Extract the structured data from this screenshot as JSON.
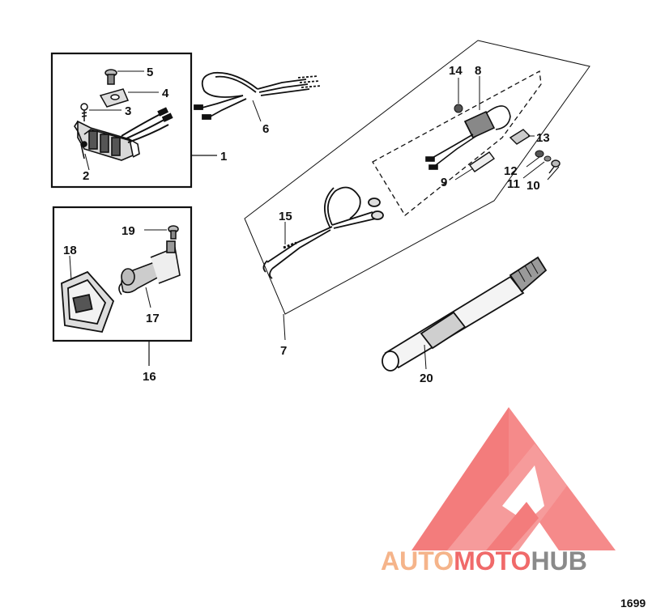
{
  "callouts": {
    "c1": "1",
    "c2": "2",
    "c3": "3",
    "c4": "4",
    "c5": "5",
    "c6": "6",
    "c7": "7",
    "c8": "8",
    "c9": "9",
    "c10": "10",
    "c11": "11",
    "c12": "12",
    "c13": "13",
    "c14": "14",
    "c15": "15",
    "c16": "16",
    "c17": "17",
    "c18": "18",
    "c19": "19",
    "c20": "20"
  },
  "figure_number": "1699",
  "watermark": {
    "part1": "AUTO",
    "part2": "MOTO",
    "part3": "HUB",
    "color_orange": "#f5b48a",
    "color_red": "#f06a6a",
    "color_gray": "#8a8a8a",
    "logo_color": "#f26666"
  },
  "colors": {
    "line": "#111111",
    "paper": "#ffffff"
  }
}
